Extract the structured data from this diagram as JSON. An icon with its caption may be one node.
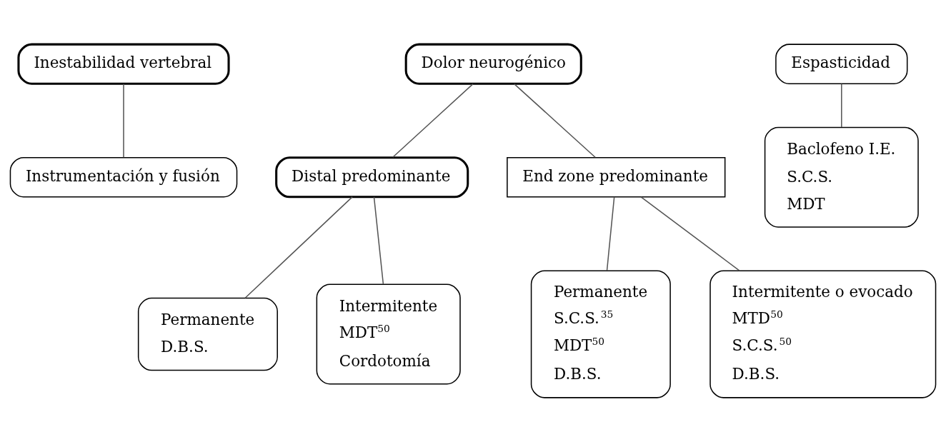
{
  "diagram": {
    "nodes": [
      {
        "text": [
          "Inestabilidad vertebral"
        ]
      },
      {
        "text": [
          "Instrumentación y fusión"
        ]
      },
      {
        "text": [
          "Dolor neurogénico"
        ]
      },
      {
        "text": [
          "Distal predominante"
        ]
      },
      {
        "text": [
          "End zone predominante"
        ]
      },
      {
        "text": [
          "Permanente",
          "D.B.S."
        ]
      },
      {
        "text": [
          "Intermitente",
          "MDT$^{50}$",
          "Cordotomía"
        ]
      },
      {
        "text": [
          "Permanente",
          "S.C.S.$^{35}$",
          "MDT$^{50}$",
          "D.B.S."
        ]
      },
      {
        "text": [
          "Intermitente o evocado",
          "MTD$^{50}$",
          "S.C.S.$^{50}$",
          "D.B.S."
        ]
      },
      {
        "text": [
          "Espasticidad"
        ]
      },
      {
        "text": [
          "Baclofeno I.E.",
          "S.C.S.",
          "MDT"
        ]
      }
    ],
    "edges": [
      {
        "from": 0,
        "to": 1,
        "arrow": "none"
      },
      {
        "from": 2,
        "to": 4,
        "arrow": "none"
      },
      {
        "from": 2,
        "to": 3,
        "arrow": "none"
      },
      {
        "from": 3,
        "to": 5,
        "arrow": "none"
      },
      {
        "from": 3,
        "to": 6,
        "arrow": "none"
      },
      {
        "from": 4,
        "to": 7,
        "arrow": "none"
      },
      {
        "from": 4,
        "to": 8,
        "arrow": "none"
      },
      {
        "from": 9,
        "to": 10,
        "arrow": "none"
      }
    ]
  }
}
